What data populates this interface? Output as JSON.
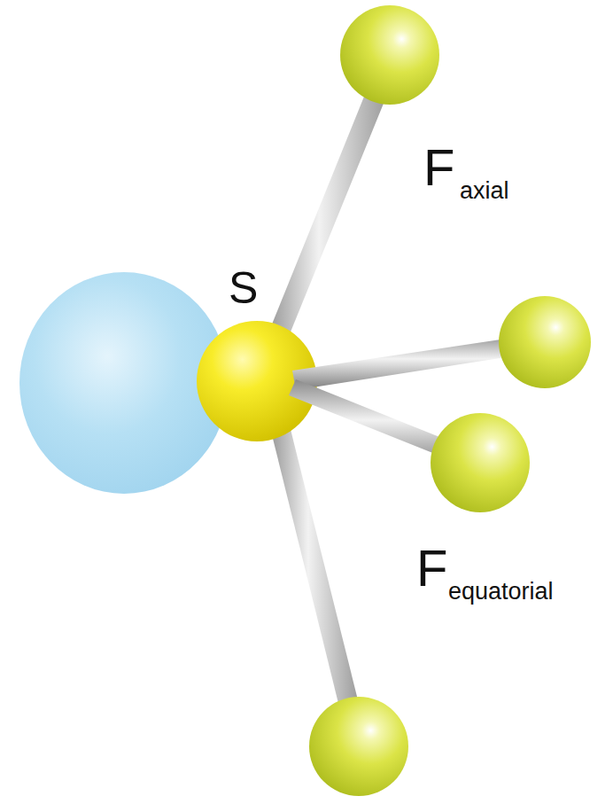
{
  "diagram": {
    "labels": [
      "S",
      "F",
      "axial",
      "F",
      "equatorial"
    ]
  }
}
